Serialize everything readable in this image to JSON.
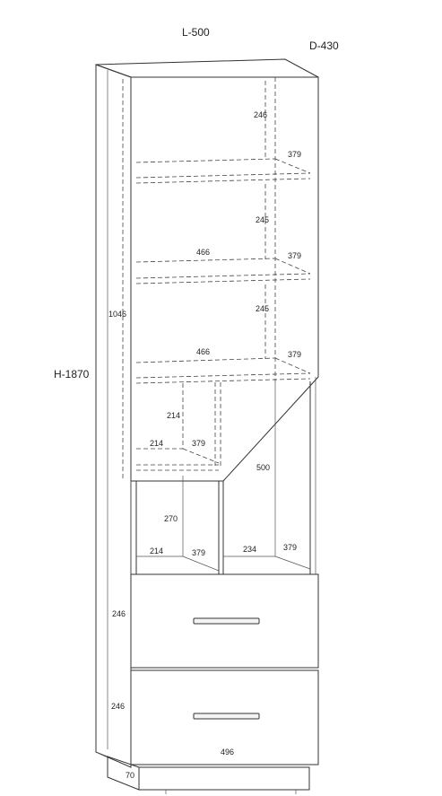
{
  "dimensions": {
    "width": "L-500",
    "depth": "D-430",
    "height": "H-1870",
    "door_height": "1046"
  },
  "labels": {
    "shelf_gap_top": "246",
    "shelf_gap_2": "245",
    "shelf_gap_3": "245",
    "shelf_width_2": "466",
    "shelf_width_3": "466",
    "depth_shelf_1": "379",
    "depth_shelf_2": "379",
    "depth_shelf_3": "379",
    "small_height": "214",
    "small_width": "214",
    "small_depth": "379",
    "open_right_height": "500",
    "open_height": "270",
    "open_width_left": "214",
    "open_depth_left": "379",
    "open_width_right": "234",
    "open_depth_right": "379",
    "drawer1_height": "246",
    "drawer2_height": "246",
    "drawer_width": "496",
    "plinth_height": "70"
  }
}
